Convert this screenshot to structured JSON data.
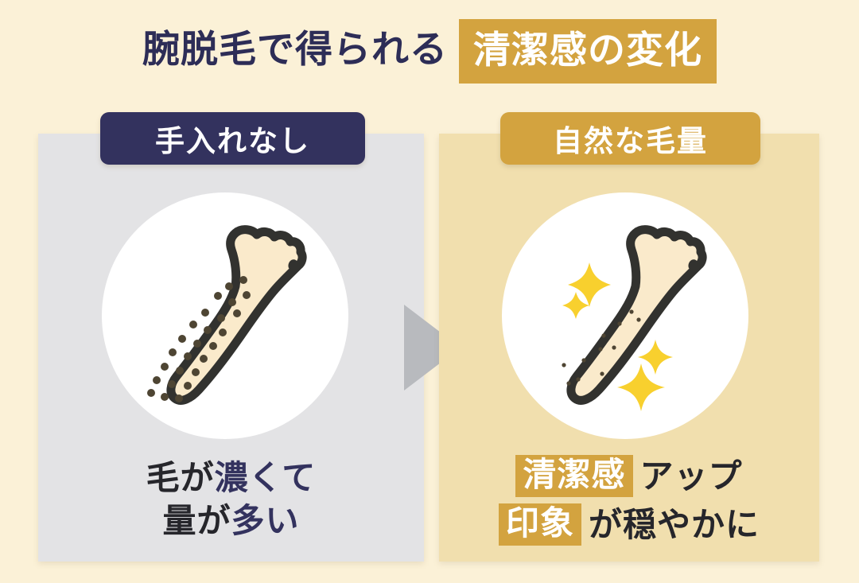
{
  "title": {
    "plain": "腕脱毛で得られる",
    "highlight": "清潔感の変化",
    "highlight_bg": "#d3a33f",
    "plain_color": "#2d2d57"
  },
  "page": {
    "background": "#fbf1d7"
  },
  "arrow": {
    "direction": "right",
    "color": "#b8babe"
  },
  "panels": {
    "before": {
      "pill_label": "手入れなし",
      "pill_bg": "#33325e",
      "panel_bg": "#e3e3e5",
      "circle_bg": "#ffffff",
      "illustration": "hairy-arm-icon",
      "caption": {
        "line1_part1": "毛が",
        "line1_part2": "濃くて",
        "line2_part1": "量が",
        "line2_part2": "多い",
        "dark_color": "#26262b",
        "accent_color": "#33325e"
      }
    },
    "after": {
      "pill_label": "自然な毛量",
      "pill_bg": "#d3a33f",
      "panel_bg": "#f1dfae",
      "circle_bg": "#ffffff",
      "illustration": "smooth-arm-sparkle-icon",
      "sparkle_color": "#f8d02e",
      "caption": {
        "line1_highlight": "清潔感",
        "line1_rest": "アップ",
        "line2_highlight": "印象",
        "line2_rest": "が穏やかに",
        "highlight_bg": "#d3a33f",
        "dark_color": "#26262b"
      }
    }
  },
  "illustration_colors": {
    "outline": "#32322f",
    "skin": "#faeacb",
    "hair_dot": "#4e4533"
  }
}
